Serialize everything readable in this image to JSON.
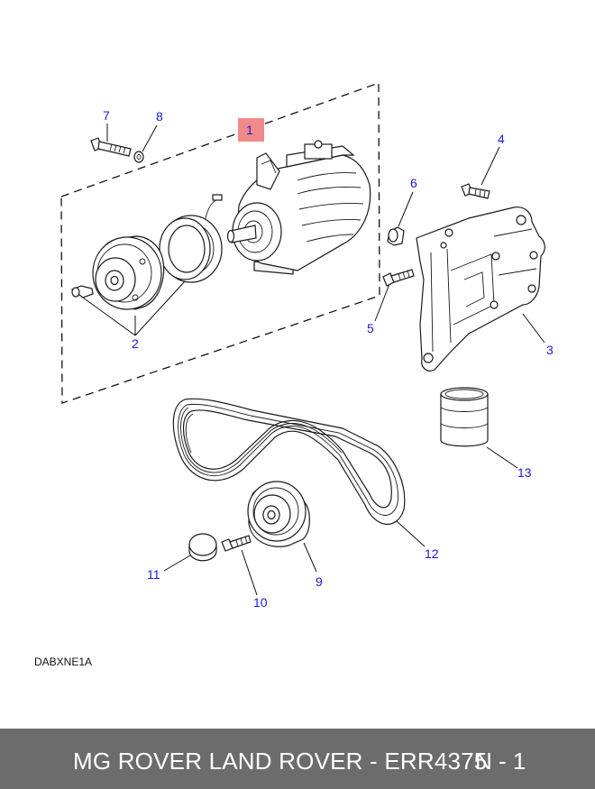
{
  "diagram": {
    "code": "DABXNE1A",
    "highlight_color": "#f08a8a",
    "label_color": "#1a1adf",
    "callouts": {
      "c1": "1",
      "c2": "2",
      "c3": "3",
      "c4": "4",
      "c5": "5",
      "c6": "6",
      "c7": "7",
      "c8": "8",
      "c9": "9",
      "c10": "10",
      "c11": "11",
      "c12": "12",
      "c13": "13"
    }
  },
  "footer": {
    "title": "MG ROVER LAND ROVER - ERR4375",
    "page": "N - 1",
    "background": "#6c6c6c"
  }
}
